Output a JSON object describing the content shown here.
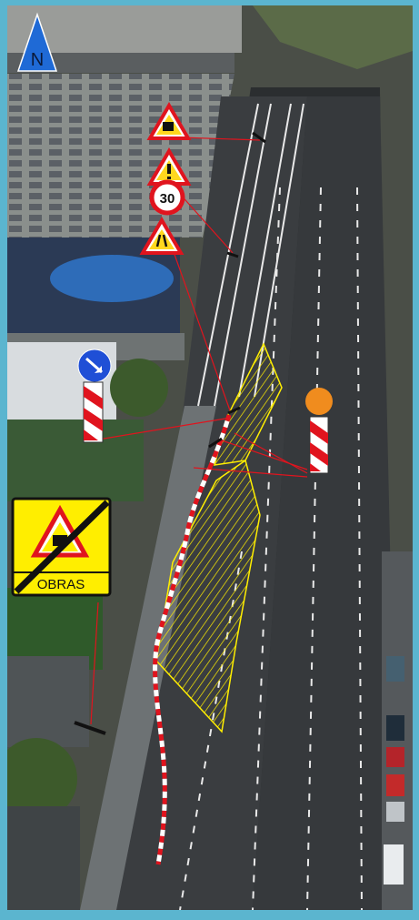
{
  "map": {
    "north_label": "N",
    "speed_limit": "30",
    "obras_label": "OBRAS"
  },
  "colors": {
    "frame": "#5bb5cf",
    "hatch_zone": "#ffee00",
    "route_line": "#e0141e",
    "blue_marker": "#1f4fd6",
    "orange_marker": "#f08c1e",
    "north_arrow": "#1f6ad6"
  },
  "icons": [
    "north-arrow-icon",
    "roadwork-warning-sign-icon",
    "danger-warning-sign-icon",
    "speed-limit-sign-icon",
    "narrowing-road-sign-icon",
    "blue-direction-marker-icon",
    "orange-marker-icon",
    "barrier-post-icon",
    "end-of-roadworks-sign-icon"
  ]
}
